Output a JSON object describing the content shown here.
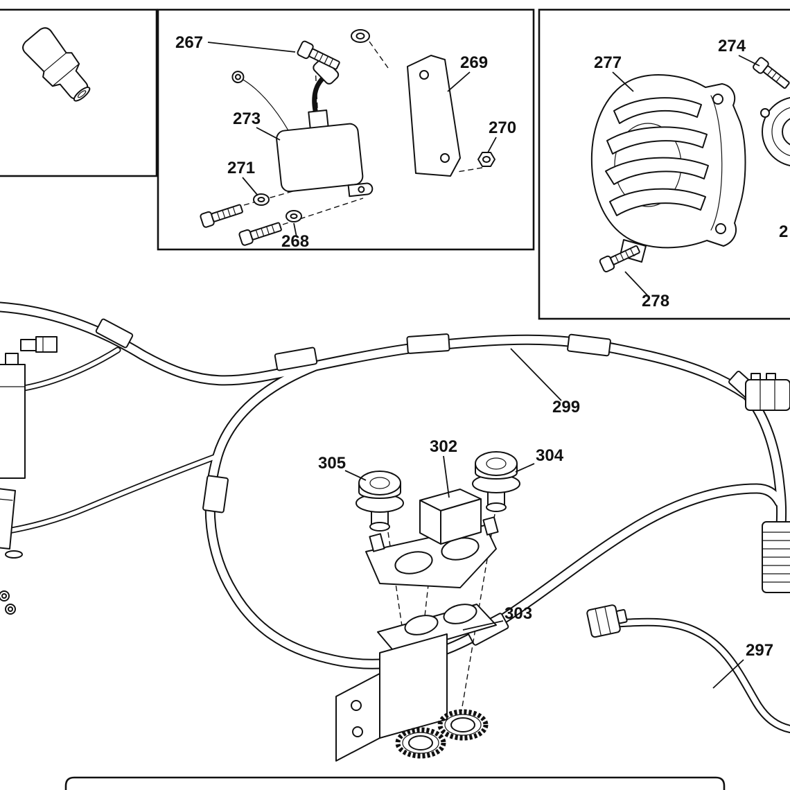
{
  "colors": {
    "background": "#ffffff",
    "line": "#111111"
  },
  "part_labels": {
    "n267": "267",
    "n268": "268",
    "n269": "269",
    "n270": "270",
    "n271": "271",
    "n273": "273",
    "n274": "274",
    "n277": "277",
    "n278": "278",
    "n297": "297",
    "n299": "299",
    "n302": "302",
    "n303": "303",
    "n304": "304",
    "n305": "305",
    "edge_partial": "2"
  }
}
